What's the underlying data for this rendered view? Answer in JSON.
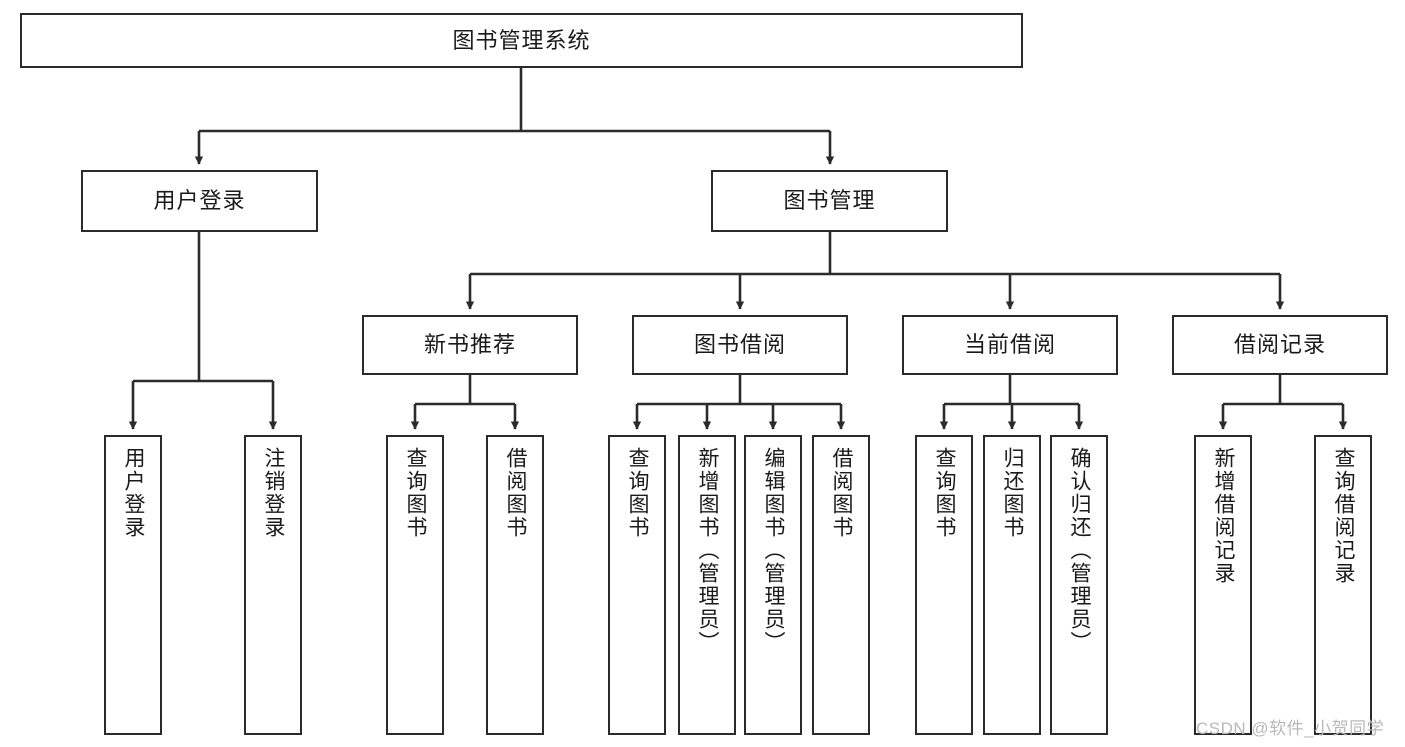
{
  "diagram": {
    "title": "图书管理系统",
    "type": "tree-hierarchy-chart",
    "colors": {
      "box_border": "#2b2b2b",
      "box_fill": "#ffffff",
      "edge": "#2b2b2b",
      "text": "#1a1a1a",
      "watermark": "#b9b9b9",
      "background": "#ffffff"
    },
    "nodes": {
      "root": {
        "label": "图书管理系统"
      },
      "level2": [
        {
          "label": "用户登录"
        },
        {
          "label": "图书管理"
        }
      ],
      "level3": [
        {
          "label": "新书推荐"
        },
        {
          "label": "图书借阅"
        },
        {
          "label": "当前借阅"
        },
        {
          "label": "借阅记录"
        }
      ],
      "leaves": {
        "user_login": [
          {
            "label": "用户登录"
          },
          {
            "label": "注销登录"
          }
        ],
        "new_book_recommend": [
          {
            "label": "查询图书"
          },
          {
            "label": "借阅图书"
          }
        ],
        "book_borrow": [
          {
            "label": "查询图书"
          },
          {
            "label": "新增图书（管理员）"
          },
          {
            "label": "编辑图书（管理员）"
          },
          {
            "label": "借阅图书"
          }
        ],
        "current_borrow": [
          {
            "label": "查询图书"
          },
          {
            "label": "归还图书"
          },
          {
            "label": "确认归还（管理员）"
          }
        ],
        "borrow_record": [
          {
            "label": "新增借阅记录"
          },
          {
            "label": "查询借阅记录"
          }
        ]
      }
    },
    "watermark": "CSDN @软件_小贺同学"
  }
}
